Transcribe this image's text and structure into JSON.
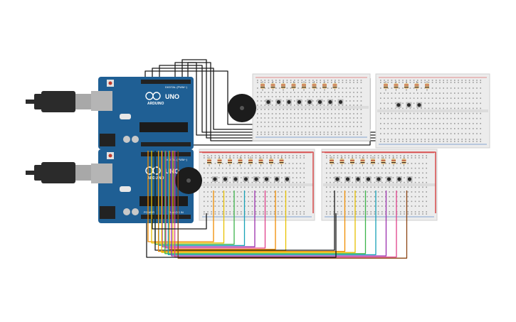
{
  "boards": [
    {
      "model": "UNO",
      "brand": "ARDUINO",
      "header_top": "DIGITAL (PWM~)",
      "header_bottom_power": "POWER",
      "header_bottom_analog": "ANALOG IN"
    },
    {
      "model": "UNO",
      "brand": "ARDUINO",
      "header_top": "DIGITAL (PWM~)",
      "header_bottom_power": "POWER",
      "header_bottom_analog": "ANALOG IN"
    }
  ],
  "breadboard_groups": [
    {
      "id": "top-left",
      "buttons": 8,
      "resistors": 8
    },
    {
      "id": "top-right",
      "buttons": 3,
      "resistors": 5
    },
    {
      "id": "bottom-left",
      "buttons": 8,
      "resistors": 8
    },
    {
      "id": "bottom-right",
      "buttons": 8,
      "resistors": 8
    }
  ],
  "wire_colors": {
    "black": "#1a1a1a",
    "red": "#d32f2f",
    "orange": "#f08c00",
    "yellow": "#e8c100",
    "green": "#3cb44b",
    "teal": "#17a2b8",
    "purple": "#9b2fae",
    "pink": "#e0408a",
    "brown": "#8b4513"
  },
  "colors": {
    "arduino_blue": "#1f5f94",
    "breadboard": "#ececec",
    "usb_plug": "#2b2b2b",
    "piezo": "#1c1c1c"
  }
}
